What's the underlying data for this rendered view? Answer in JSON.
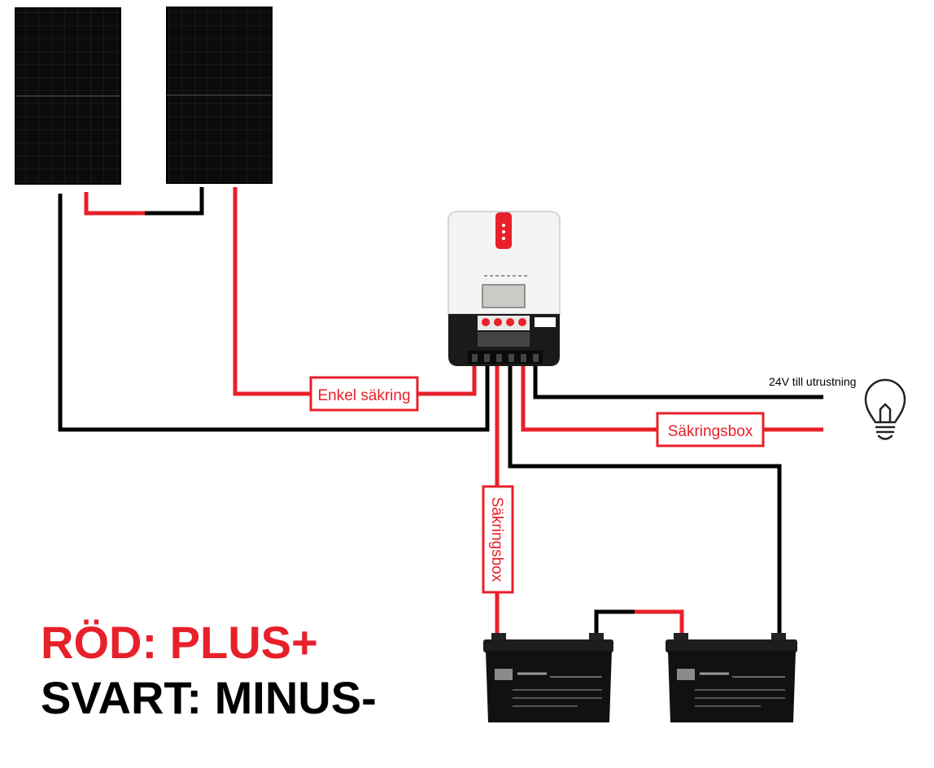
{
  "colors": {
    "plus": "#e8202a",
    "minus": "#000000",
    "box_border": "#e8202a",
    "panel": "#0d0d0d",
    "battery": "#111111"
  },
  "labels": {
    "fuse_single": "Enkel säkring",
    "fuse_box_load": "Säkringsbox",
    "fuse_box_battery": "Säkringsbox",
    "load_output": "24V till utrustning"
  },
  "legend": {
    "plus": "RÖD: PLUS+",
    "minus": "SVART: MINUS-"
  },
  "icons": {
    "solar_panel": "solar-panel-icon",
    "charge_controller": "charge-controller-icon",
    "battery": "battery-icon",
    "light_bulb": "light-bulb-icon"
  }
}
